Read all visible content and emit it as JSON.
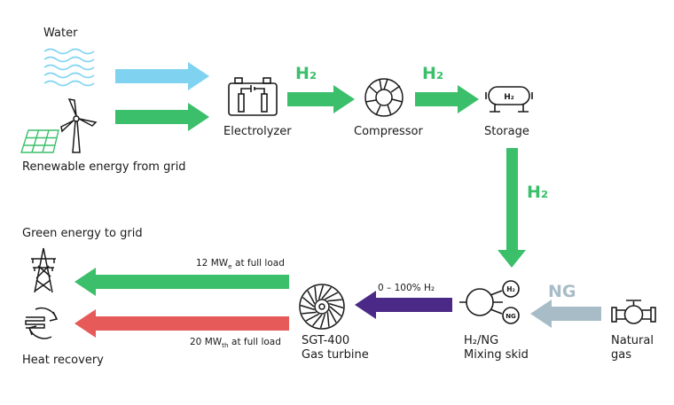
{
  "colors": {
    "water_arrow": "#7fd3f0",
    "green": "#3bbf6a",
    "red": "#e65a5a",
    "purple": "#4a2a86",
    "ng_arrow": "#a8bcc8",
    "icon": "#1a1a1a",
    "water_icon": "#7fd3f0",
    "solar": "#3bbf6a"
  },
  "nodes": {
    "water": "Water",
    "renewable": "Renewable energy from grid",
    "electrolyzer": "Electrolyzer",
    "compressor": "Compressor",
    "storage": "Storage",
    "storage_icon_text": "H₂",
    "green_energy": "Green energy to grid",
    "heat_recovery": "Heat recovery",
    "turbine_line1": "SGT-400",
    "turbine_line2": "Gas turbine",
    "mixing_line1": "H₂/NG",
    "mixing_line2": "Mixing skid",
    "mixing_badge_h2": "H₂",
    "mixing_badge_ng": "NG",
    "natural_line1": "Natural",
    "natural_line2": "gas"
  },
  "flows": {
    "h2": "H₂",
    "ng": "NG",
    "mix_range": "0 – 100% H₂",
    "power_value": "12 MW",
    "power_sub": "e",
    "power_suffix": " at full load",
    "heat_value": "20 MW",
    "heat_sub": "th",
    "heat_suffix": " at full load"
  },
  "icons": {
    "water": "water-waves-icon",
    "renewable": "wind-solar-icon",
    "electrolyzer": "electrolyzer-icon",
    "compressor": "compressor-icon",
    "storage": "storage-tank-icon",
    "grid": "power-pylon-icon",
    "heat": "heat-recovery-icon",
    "turbine": "gas-turbine-icon",
    "mixing": "mixing-skid-icon",
    "natural_gas": "gas-valve-icon"
  }
}
